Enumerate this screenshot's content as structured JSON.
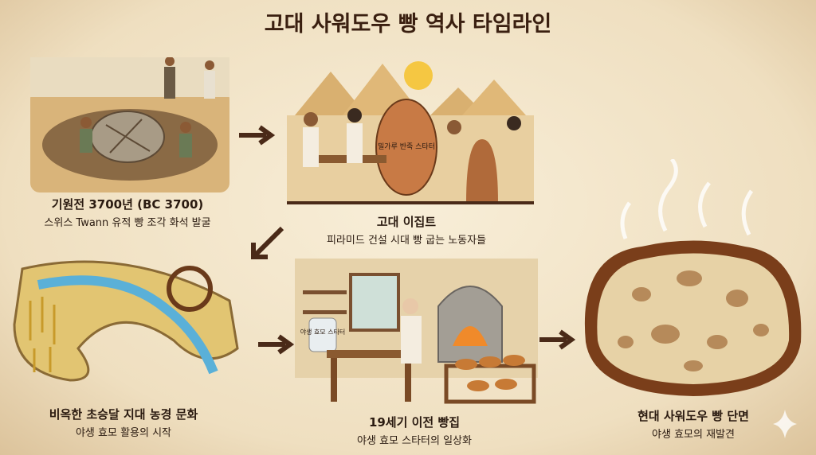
{
  "title": "고대 사워도우 빵 역사 타임라인",
  "stages": [
    {
      "heading": "기원전 3700년 (BC 3700)",
      "subtitle": "스위스 Twann 유적 빵 조각 화석 발굴"
    },
    {
      "heading": "고대 이집트",
      "subtitle": "피라미드 건설 시대 빵 굽는 노동자들",
      "jar_label": "밀가루 반죽 스타터"
    },
    {
      "heading": "비옥한 초승달 지대 농경 문화",
      "subtitle": "야생 효모 활용의 시작"
    },
    {
      "heading": "19세기 이전 빵집",
      "subtitle": "야생 효모 스타터의 일상화",
      "jar_label": "야생 효모 스타터"
    },
    {
      "heading": "현대 사워도우 빵 단면",
      "subtitle": "야생 효모의 재발견"
    }
  ],
  "colors": {
    "arrow": "#4a2a18",
    "parchment": "#f3e6cc"
  }
}
